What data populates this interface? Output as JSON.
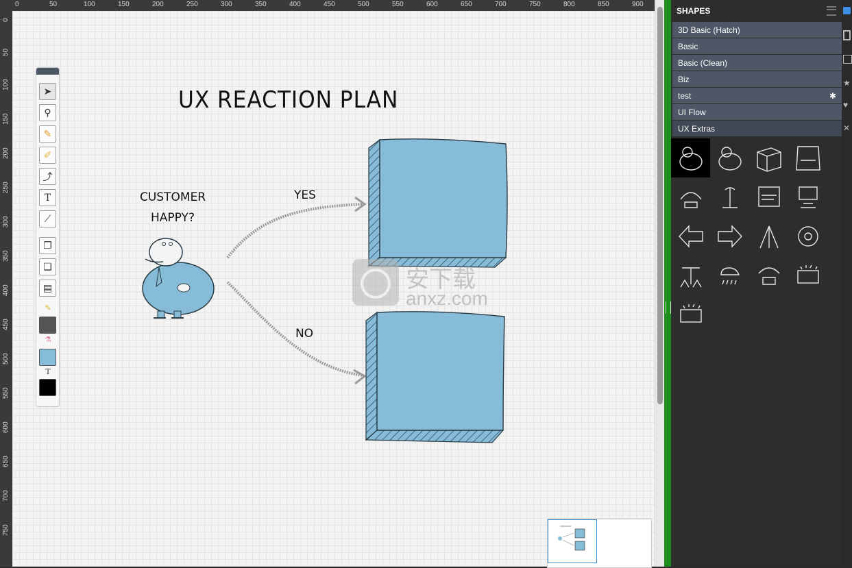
{
  "ruler": {
    "x_ticks": [
      "0",
      "50",
      "100",
      "150",
      "200",
      "250",
      "300",
      "350",
      "400",
      "450",
      "500",
      "550",
      "600",
      "650",
      "700",
      "750",
      "800",
      "850",
      "900"
    ],
    "y_ticks": [
      "0",
      "50",
      "100",
      "150",
      "200",
      "250",
      "300",
      "350",
      "400",
      "450",
      "500",
      "550",
      "600",
      "650",
      "700",
      "750"
    ]
  },
  "canvas": {
    "title": "UX REACTION PLAN",
    "question_line1": "CUSTOMER",
    "question_line2": "HAPPY?",
    "yes_label": "YES",
    "no_label": "NO",
    "box_color": "#86bcd7"
  },
  "watermark": {
    "text": "anxz.com",
    "cn": "安下载"
  },
  "toolbox": {
    "tools": [
      "pointer-tool",
      "zoom-tool",
      "pencil-tool",
      "highlighter-tool",
      "connector-tool",
      "text-tool",
      "eyedropper-tool",
      "bring-forward-tool",
      "send-backward-tool",
      "arrange-tool"
    ],
    "line_color": "#555555",
    "fill_color": "#86bcd7",
    "text_color": "#000000",
    "text_label": "T"
  },
  "panel": {
    "title": "SHAPES",
    "libraries": [
      {
        "label": "3D Basic (Hatch)"
      },
      {
        "label": "Basic"
      },
      {
        "label": "Basic (Clean)"
      },
      {
        "label": "Biz"
      },
      {
        "label": "test",
        "badge": "✱"
      },
      {
        "label": "UI Flow"
      },
      {
        "label": "UX Extras"
      }
    ],
    "thumbnails": [
      "customer-icon",
      "customer-alt-icon",
      "box-icon",
      "fail-bag-icon",
      "plant-icon",
      "island-icon",
      "billboard-icon",
      "computer-icon",
      "arrow-left-sign-icon",
      "arrow-right-sign-icon",
      "tripod-icon",
      "wheel-icon",
      "scale-icon",
      "rain-cloud-icon",
      "plant-pot-icon",
      "sparkle-sign-icon",
      "sparkle-sign-2-icon"
    ]
  }
}
